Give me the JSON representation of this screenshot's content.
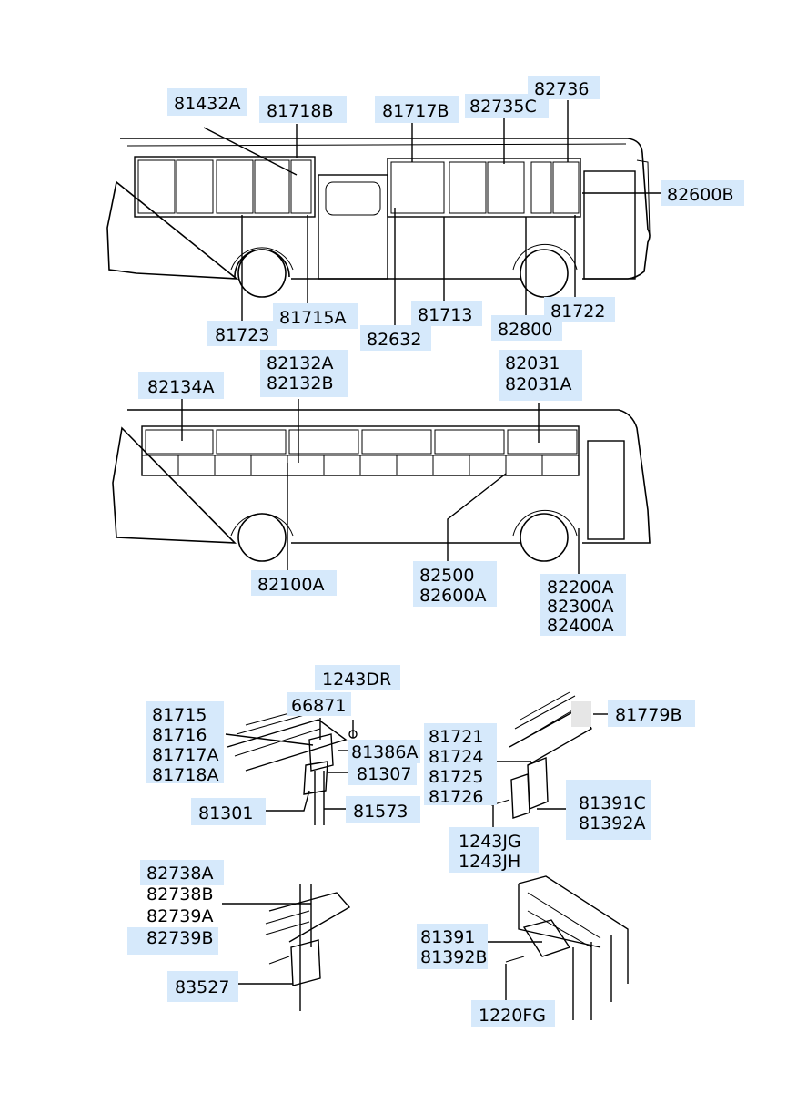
{
  "labels": {
    "l81432a": "81432A",
    "l81718b": "81718B",
    "l81717b": "81717B",
    "l82735c": "82735C",
    "l82736": "82736",
    "l82600b": "82600B",
    "l81723": "81723",
    "l81715a": "81715A",
    "l82632": "82632",
    "l81713": "81713",
    "l82800": "82800",
    "l81722": "81722",
    "l82134a": "82134A",
    "l82132a": "82132A",
    "l82132b": "82132B",
    "l82031": "82031",
    "l82031a": "82031A",
    "l82100a": "82100A",
    "l82500": "82500",
    "l82600a": "82600A",
    "l82200a": "82200A",
    "l82300a": "82300A",
    "l82400a": "82400A",
    "l1243dr": "1243DR",
    "l66871": "66871",
    "l81715": "81715",
    "l81716": "81716",
    "l81717a": "81717A",
    "l81718a": "81718A",
    "l81386a": "81386A",
    "l81307": "81307",
    "l81301": "81301",
    "l81573": "81573",
    "l81721": "81721",
    "l81724": "81724",
    "l81725": "81725",
    "l81726": "81726",
    "l81779b": "81779B",
    "l81391c": "81391C",
    "l81392a": "81392A",
    "l1243jg": "1243JG",
    "l1243jh": "1243JH",
    "l82738a": "82738A",
    "l82738b": "82738B",
    "l82739a": "82739A",
    "l82739b": "82739B",
    "l83527": "83527",
    "l81391": "81391",
    "l81392b": "81392B",
    "l1220fg": "1220FG"
  }
}
